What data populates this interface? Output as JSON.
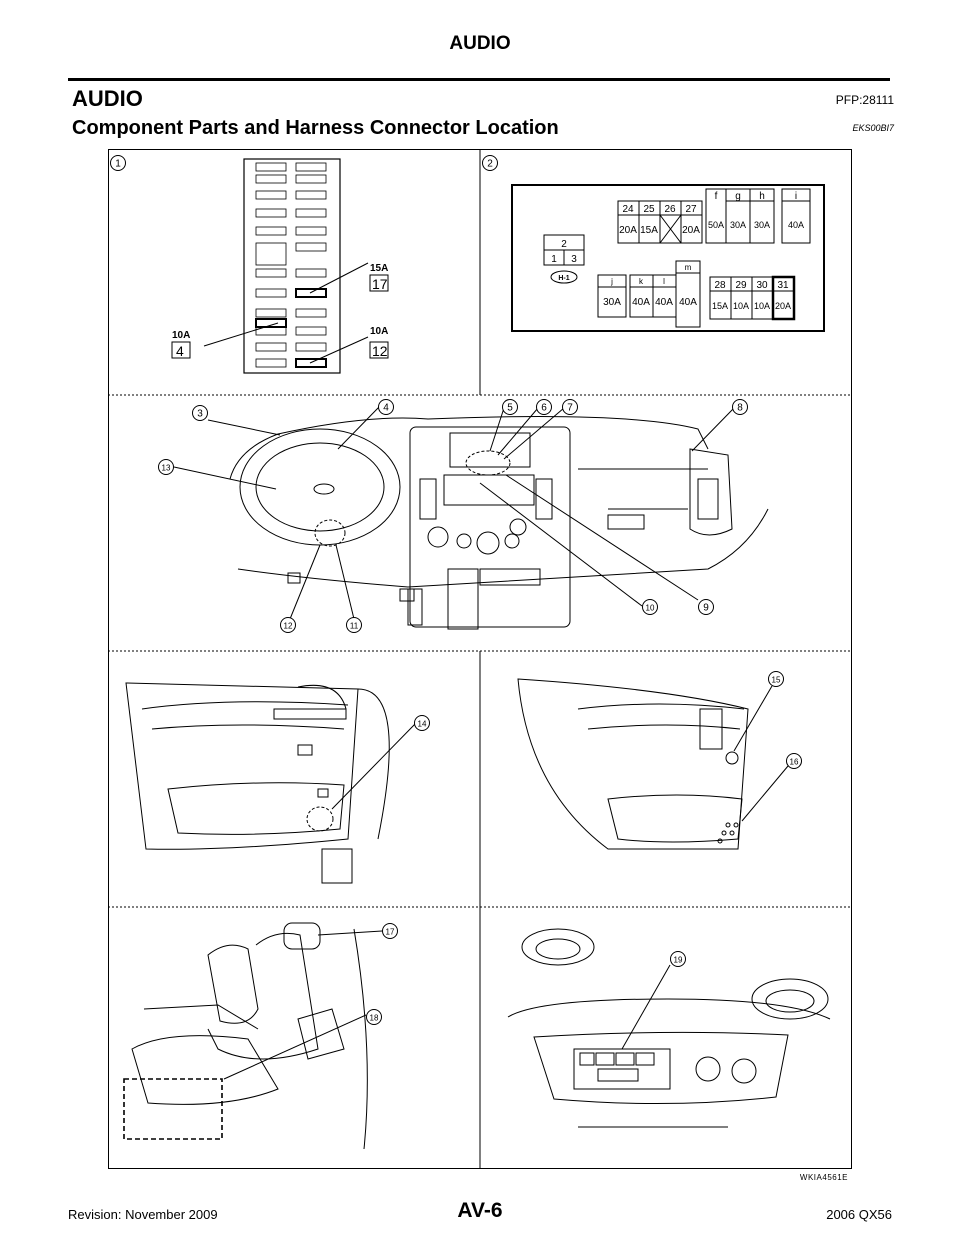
{
  "header": {
    "title": "AUDIO"
  },
  "section": {
    "title": "AUDIO",
    "code": "PFP:28111"
  },
  "subsection": {
    "title": "Component Parts and Harness Connector Location",
    "code": "EKS00BI7"
  },
  "figure": {
    "fuse_box": {
      "callouts": [
        {
          "value": "15A",
          "slot": "17"
        },
        {
          "value": "10A",
          "slot": "4"
        },
        {
          "value": "10A",
          "slot": "12"
        }
      ]
    },
    "relay_box": {
      "top_numbers": [
        "24",
        "25",
        "26",
        "27"
      ],
      "top_values": [
        "20A",
        "15A",
        "20A"
      ],
      "letters_top": [
        "f",
        "g",
        "h",
        "i"
      ],
      "values_top": [
        "50A",
        "30A",
        "30A",
        "40A"
      ],
      "small_block": [
        "2",
        "1",
        "3"
      ],
      "connector_tag": "H-1",
      "letters_bottom": [
        "j",
        "k",
        "l",
        "m"
      ],
      "values_bottom": [
        "30A",
        "40A",
        "40A",
        "40A"
      ],
      "bottom_numbers": [
        "28",
        "29",
        "30",
        "31"
      ],
      "bottom_values": [
        "15A",
        "10A",
        "10A",
        "20A"
      ]
    },
    "callout_numbers": [
      "1",
      "2",
      "3",
      "4",
      "5",
      "6",
      "7",
      "8",
      "9",
      "10",
      "11",
      "12",
      "13",
      "14",
      "15",
      "16",
      "17",
      "18",
      "19"
    ],
    "id": "WKIA4561E"
  },
  "footer": {
    "revision": "Revision: November 2009",
    "page_number": "AV-6",
    "model": "2006 QX56"
  }
}
